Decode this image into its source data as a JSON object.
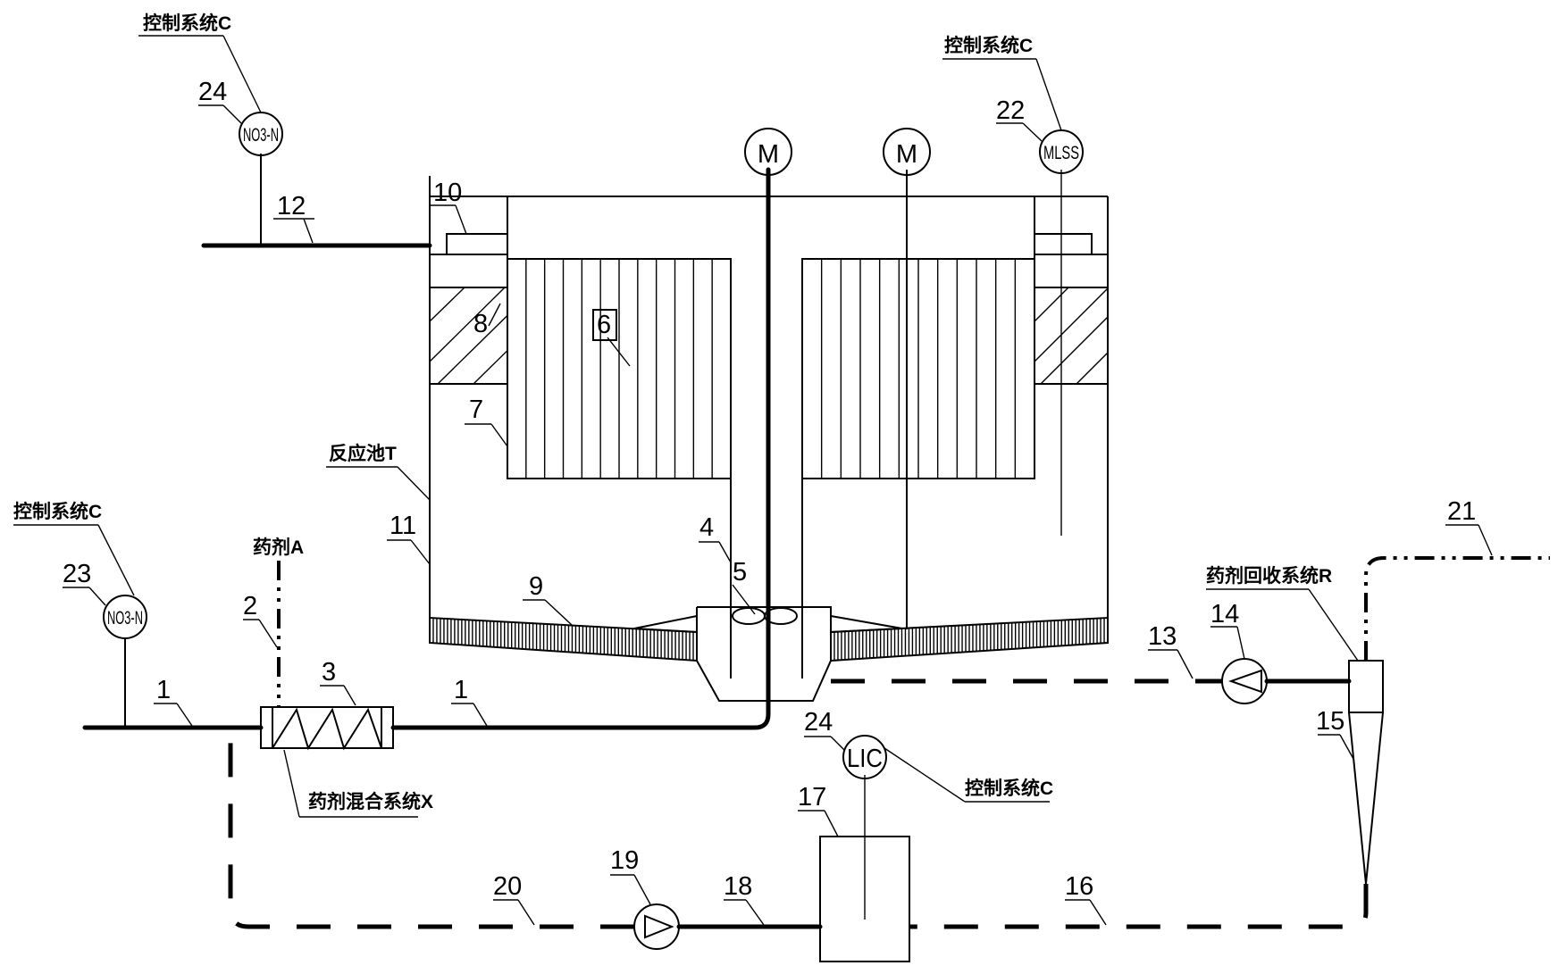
{
  "labels": {
    "ctrl_24_top": "控制系统C",
    "ctrl_22": "控制系统C",
    "ctrl_23": "控制系统C",
    "ctrl_lic": "控制系统C",
    "reactor": "反应池T",
    "agent_a": "药剂A",
    "mixer": "药剂混合系统X",
    "recovery": "药剂回收系统R"
  },
  "instruments": {
    "no3_top": "NO3-N",
    "no3_left": "NO3-N",
    "mlss": "MLSS",
    "lic": "LIC",
    "motor_left": "M",
    "motor_right": "M"
  },
  "numbers": {
    "n1a": "1",
    "n1b": "1",
    "n2": "2",
    "n3": "3",
    "n4": "4",
    "n5": "5",
    "n6": "6",
    "n7": "7",
    "n8": "8",
    "n9": "9",
    "n10": "10",
    "n11": "11",
    "n12": "12",
    "n13": "13",
    "n14": "14",
    "n15": "15",
    "n16": "16",
    "n17": "17",
    "n18": "18",
    "n19": "19",
    "n20": "20",
    "n21": "21",
    "n22": "22",
    "n23": "23",
    "n24a": "24",
    "n24b": "24"
  }
}
